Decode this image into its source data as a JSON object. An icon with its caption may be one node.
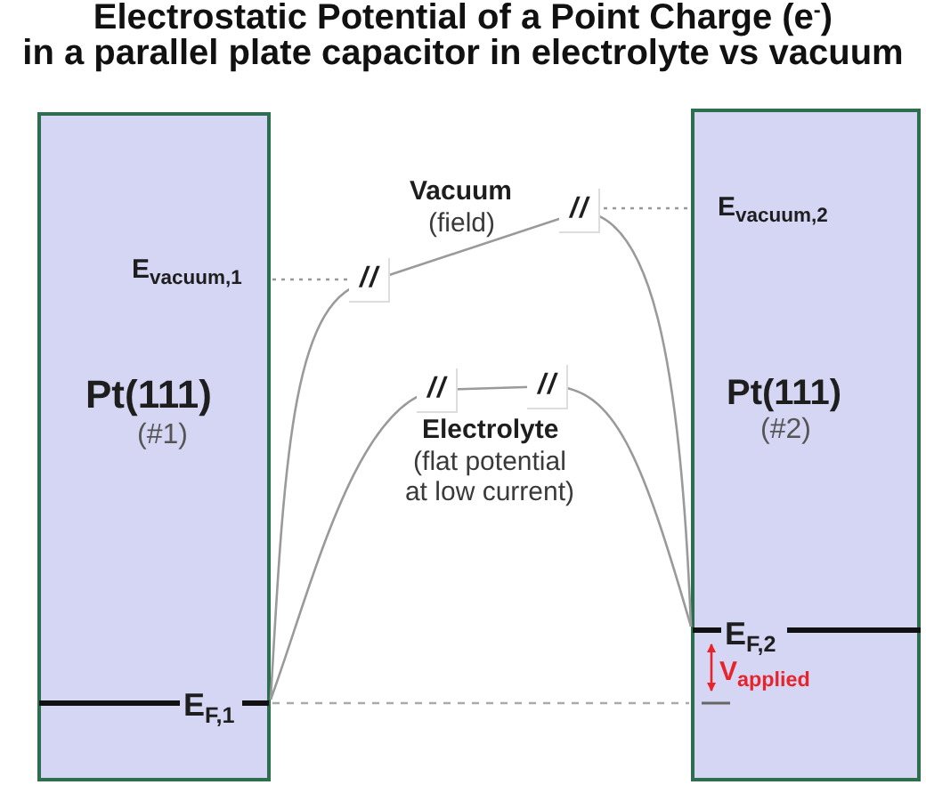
{
  "diagram": {
    "title": "Electrostatic Potential of a Point Charge (e$^{-}$) in a parallel plate capacitor in electrolyte vs vacuum",
    "nodes": [
      {
        "text": [
          "E$_{vacuum,1}$",
          "Pt(111)",
          "(#1)",
          "E$_{F,1}$"
        ]
      },
      {
        "text": [
          "E$_{vacuum,2}$",
          "Pt(111)",
          "(#2)",
          "E$_{F,2}$",
          "V$_{applied}$"
        ]
      }
    ],
    "labels": [
      "Vacuum",
      "//",
      "(field)",
      "//",
      "//",
      "//",
      "Electrolyte",
      "(flat potential at low current)"
    ]
  }
}
